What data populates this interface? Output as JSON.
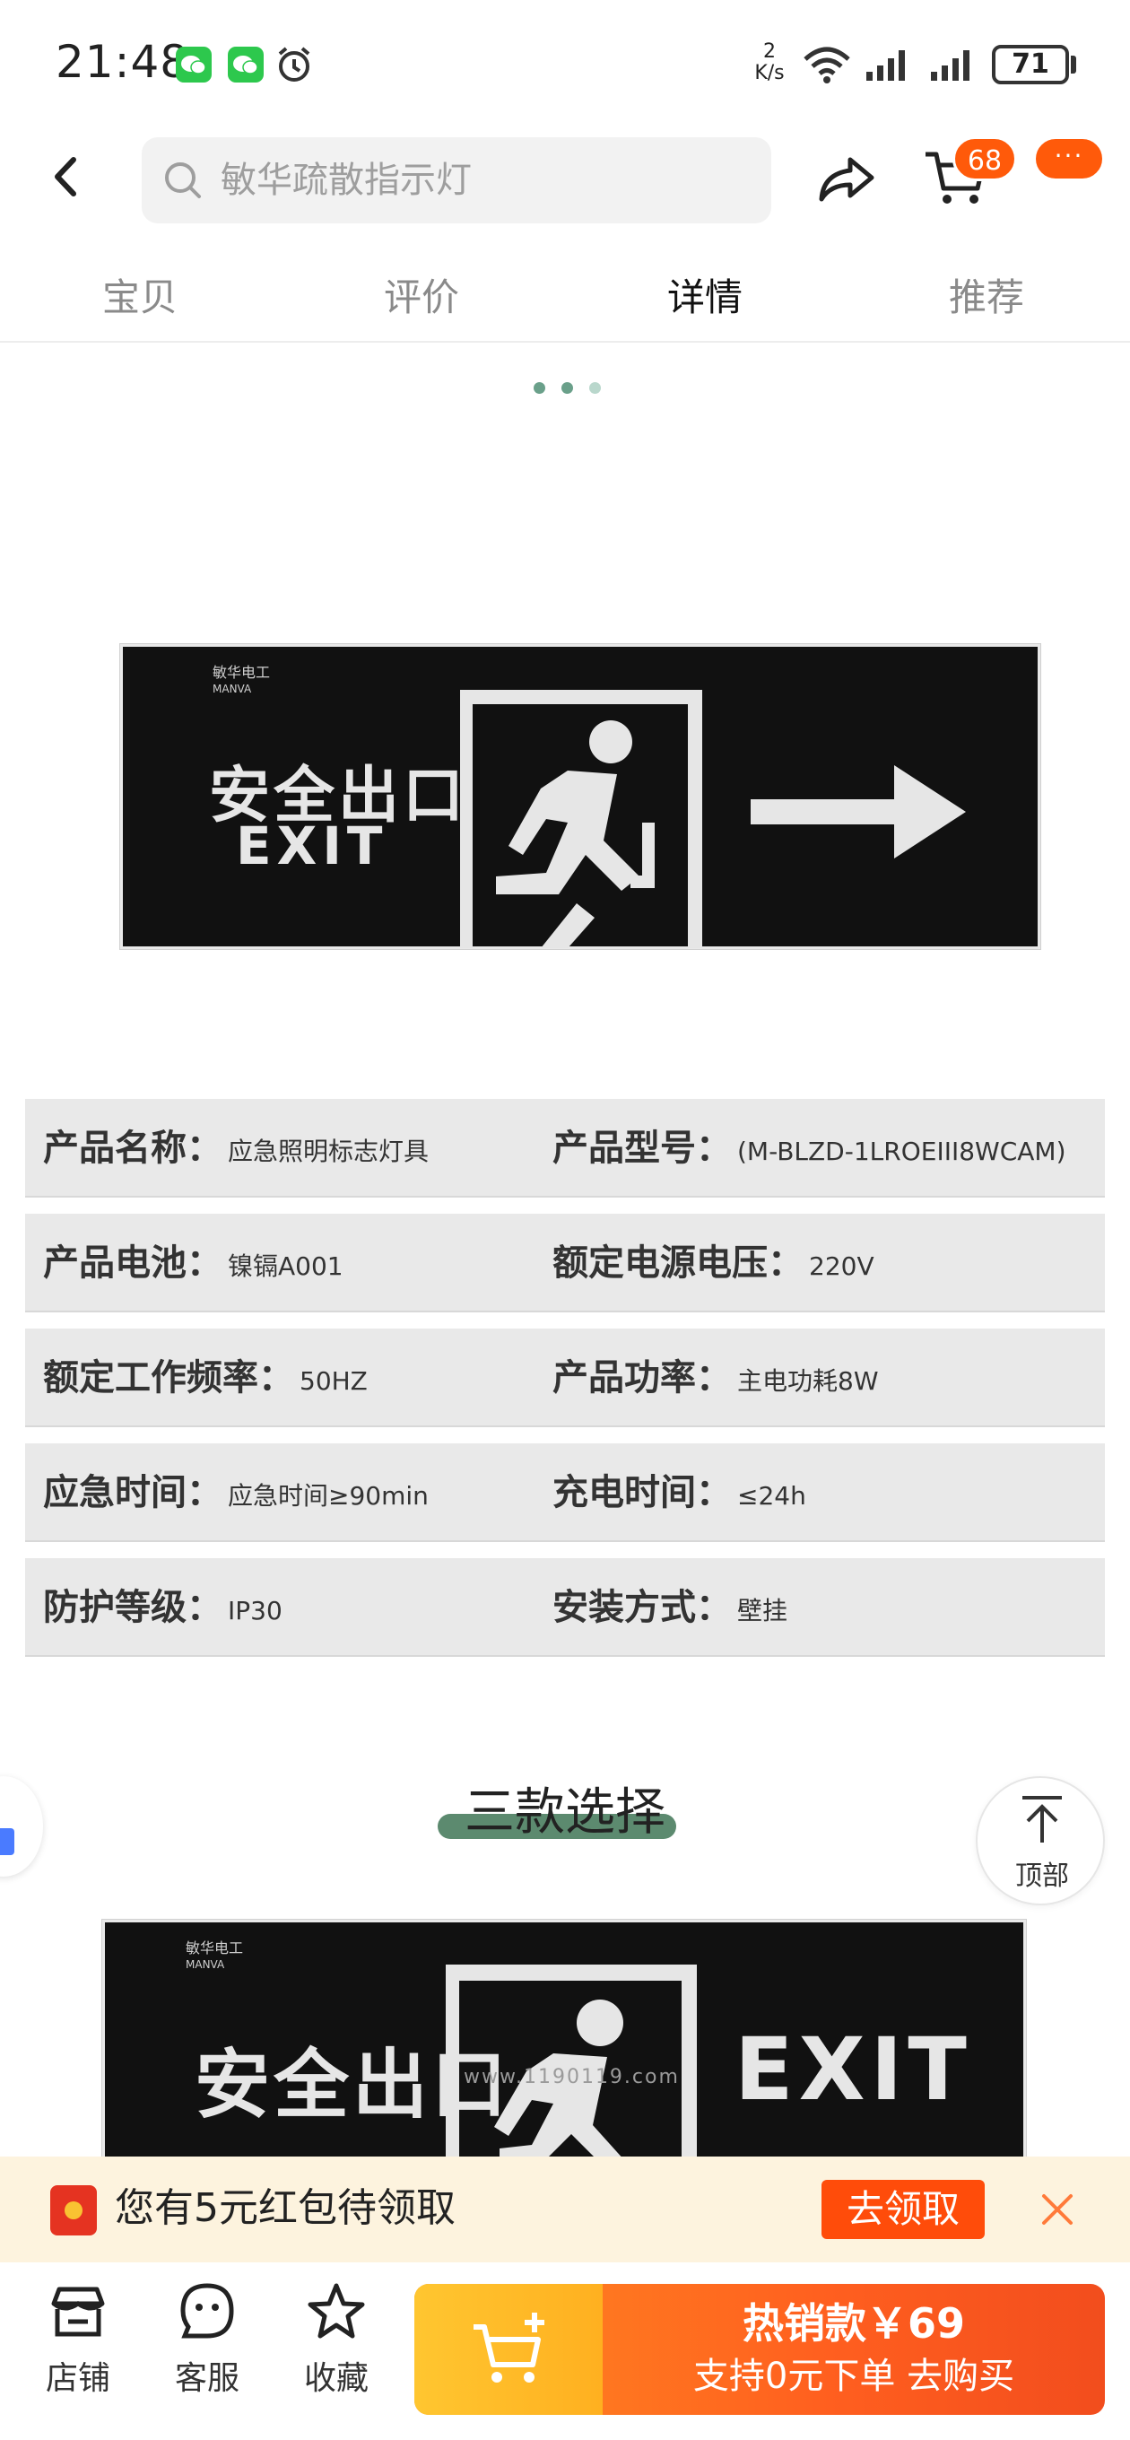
{
  "status_bar": {
    "time": "21:48",
    "net_speed_value": "2",
    "net_speed_unit": "K/s",
    "battery": "71"
  },
  "nav": {
    "search_placeholder": "敏华疏散指示灯",
    "cart_count": "68",
    "more": "···"
  },
  "tabs": [
    {
      "label": "宝贝",
      "active": false
    },
    {
      "label": "评价",
      "active": false
    },
    {
      "label": "详情",
      "active": true
    },
    {
      "label": "推荐",
      "active": false
    }
  ],
  "carousel": {
    "page_count": 3,
    "current_index": 0,
    "sign": {
      "brand_cn": "敏华电工",
      "brand_en": "MANVA",
      "text_cn": "安全出口",
      "text_en": "EXIT"
    }
  },
  "specs": [
    {
      "label1": "产品名称：",
      "value1": "应急照明标志灯具",
      "label2": "产品型号：",
      "value2": "(M-BLZD-1LROEIII8WCAM)"
    },
    {
      "label1": "产品电池：",
      "value1": "镍镉A001",
      "label2": "额定电源电压：",
      "value2": "220V"
    },
    {
      "label1": "额定工作频率：",
      "value1": "50HZ",
      "label2": "产品功率：",
      "value2": "主电功耗8W"
    },
    {
      "label1": "应急时间：",
      "value1": "应急时间≥90min",
      "label2": "充电时间：",
      "value2": "≤24h"
    },
    {
      "label1": "防护等级：",
      "value1": "IP30",
      "label2": "安装方式：",
      "value2": "壁挂"
    }
  ],
  "section": {
    "title": "三款选择",
    "sign2": {
      "brand_cn": "敏华电工",
      "brand_en": "MANVA",
      "text_cn": "安全出口",
      "text_en": "EXIT",
      "watermark": "www.1190119.com"
    }
  },
  "top_button": {
    "label": "顶部"
  },
  "coupon": {
    "text": "您有5元红包待领取",
    "button": "去领取"
  },
  "bottom_bar": {
    "store": "店铺",
    "service": "客服",
    "favorite": "收藏",
    "buy_line1": "热销款￥69",
    "buy_line2": "支持0元下单 去购买"
  },
  "colors": {
    "accent": "#ff5a0a",
    "brand_green": "#5c8a6f",
    "coupon_bg": "#fdf3de",
    "buy_gradient_start": "#ff8a20",
    "cart_yellow": "#ffc630"
  }
}
